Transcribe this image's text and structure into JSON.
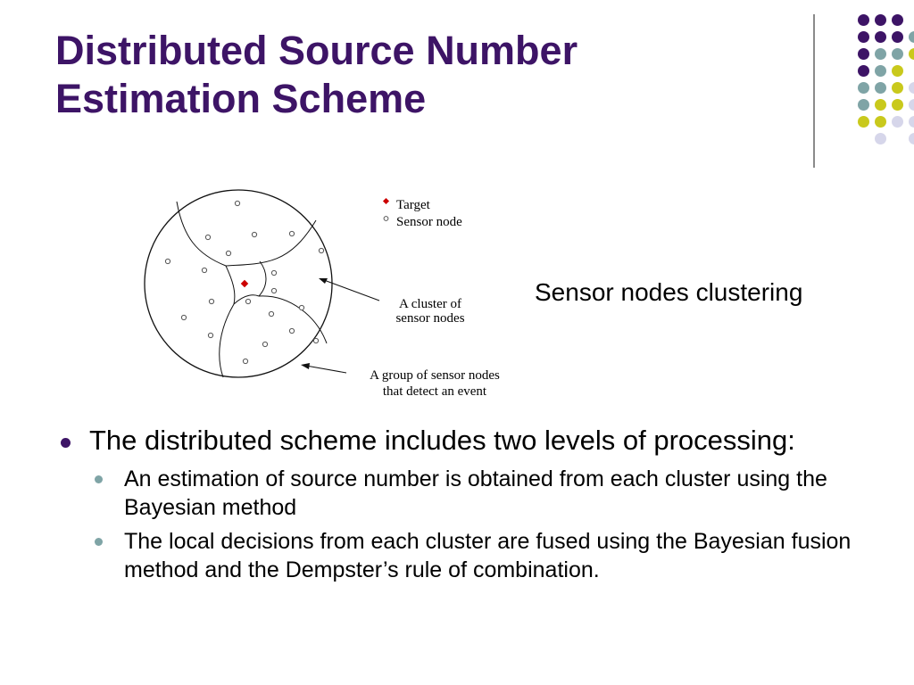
{
  "slide": {
    "title_lines": [
      "Distributed Source Number",
      "Estimation Scheme"
    ],
    "caption": "Sensor nodes clustering"
  },
  "diagram": {
    "legend": {
      "target": "Target",
      "sensor_node": "Sensor node"
    },
    "labels": {
      "cluster_line1": "A cluster of",
      "cluster_line2": "sensor nodes",
      "group_line1": "A group of sensor nodes",
      "group_line2": "that detect an event"
    },
    "colors": {
      "target": "#cc0000",
      "node_outline": "#555555",
      "boundary": "#111111"
    }
  },
  "bullets": [
    {
      "text": "The distributed scheme includes two levels of processing:",
      "children": [
        "An estimation of source number is obtained from each cluster using the Bayesian method",
        "The local decisions from each cluster are fused using the Bayesian fusion method and the Dempster’s rule of combination."
      ]
    }
  ],
  "theme": {
    "title_color": "#3d1466",
    "dot_colors": [
      "#3d1466",
      "#7fa4a6",
      "#c9c91c",
      "#d6d6ea"
    ],
    "divider_color": "#8a8a8a"
  }
}
